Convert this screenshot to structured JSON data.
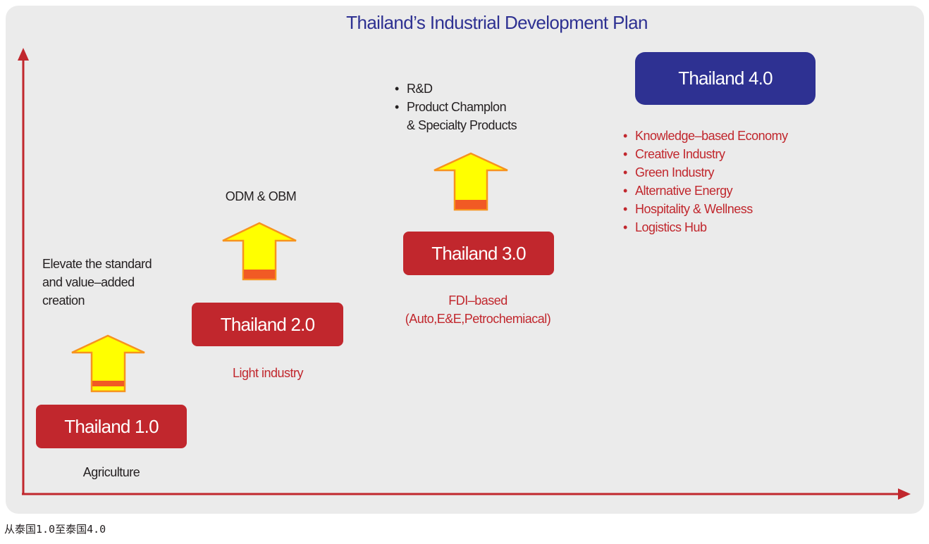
{
  "title": "Thailand’s Industrial Development Plan",
  "stages": [
    {
      "label": "Thailand 1.0",
      "description": "Agriculture",
      "next_step": "Elevate the standard\nand value–added\ncreation"
    },
    {
      "label": "Thailand 2.0",
      "description": "Light industry",
      "next_step": "ODM & OBM"
    },
    {
      "label": "Thailand 3.0",
      "description": "FDI–based\n(Auto,E&E,Petrochemiacal)",
      "next_step_items": [
        "R&D",
        "Product Champlon",
        "& Specialty Products"
      ]
    },
    {
      "label": "Thailand 4.0",
      "focus_items": [
        "Knowledge–based Economy",
        "Creative Industry",
        "Green Industry",
        "Alternative Energy",
        "Hospitality & Wellness",
        "Logistics Hub"
      ]
    }
  ],
  "caption": "从泰国1.0至泰国4.0",
  "colors": {
    "panel_background": "#ebebeb",
    "title": "#2e3192",
    "stage_box_red": "#c1272d",
    "stage_box_blue": "#2e3192",
    "axis": "#c1272d",
    "arrow_fill": "#ffff00",
    "arrow_outline": "#f7931e",
    "arrow_band": "#f15a24",
    "red_text": "#c1272d",
    "dark_text": "#231f20"
  }
}
